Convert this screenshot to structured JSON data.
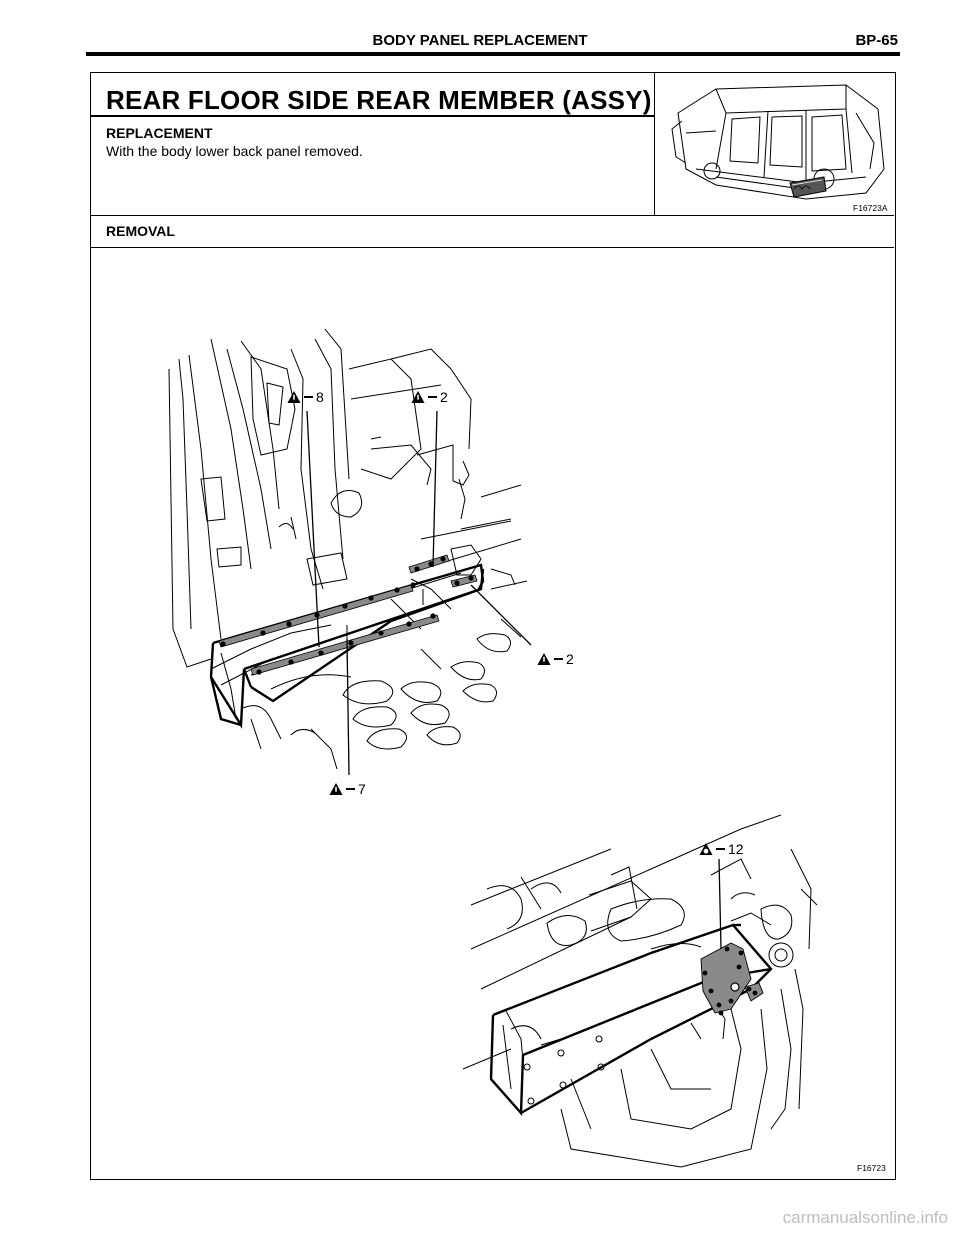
{
  "header": {
    "section_title": "BODY PANEL REPLACEMENT",
    "page_number": "BP-65"
  },
  "title": "REAR FLOOR SIDE REAR MEMBER (ASSY)",
  "replacement": {
    "heading": "REPLACEMENT",
    "note": "With the body lower back panel removed."
  },
  "overview_figure": {
    "code": "F16723A"
  },
  "removal": {
    "heading": "REMOVAL"
  },
  "callouts": [
    {
      "symbol": "warning-icon",
      "count": "8"
    },
    {
      "symbol": "warning-icon",
      "count": "2"
    },
    {
      "symbol": "warning-icon",
      "count": "2"
    },
    {
      "symbol": "warning-icon",
      "count": "7"
    },
    {
      "symbol": "spot-weld-icon",
      "count": "12"
    }
  ],
  "main_figure": {
    "code": "F16723"
  },
  "watermark": "carmanualsonline.info"
}
